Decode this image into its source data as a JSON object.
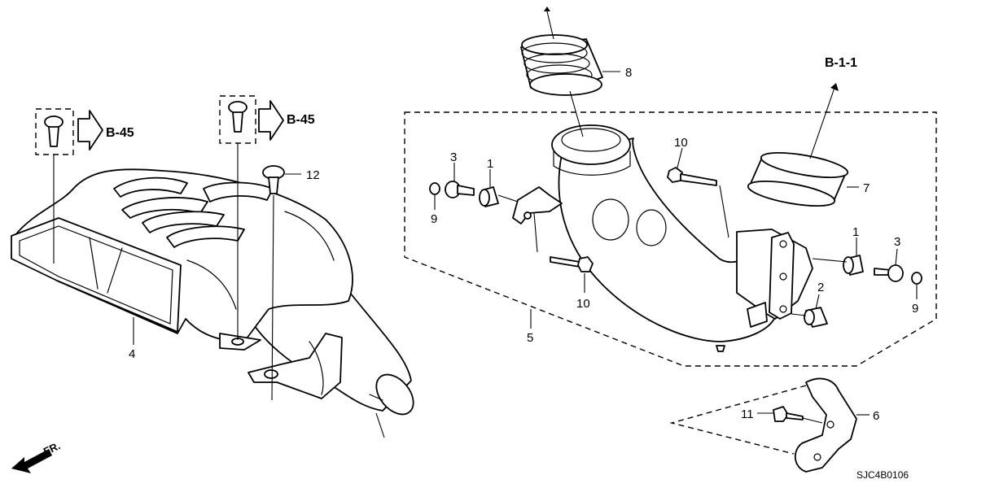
{
  "callouts": {
    "p1_left": "1",
    "p1_right": "1",
    "p2": "2",
    "p3_left": "3",
    "p3_right": "3",
    "p4": "4",
    "p5": "5",
    "p6": "6",
    "p7": "7",
    "p8": "8",
    "p9_left": "9",
    "p9_right": "9",
    "p10_top": "10",
    "p10_bottom": "10",
    "p11": "11",
    "p12": "12"
  },
  "references": {
    "b45_left": "B-45",
    "b45_center": "B-45",
    "b11": "B-1-1"
  },
  "front_indicator": "FR.",
  "diagram_code": "SJC4B0106"
}
